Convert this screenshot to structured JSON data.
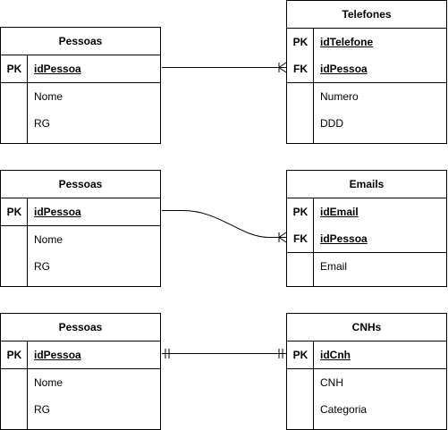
{
  "tables": {
    "pessoas1": {
      "title": "Pessoas",
      "pk_key": "PK",
      "pk_field": "idPessoa",
      "attrs": [
        "Nome",
        "RG"
      ]
    },
    "telefones": {
      "title": "Telefones",
      "pk_key": "PK",
      "pk_field": "idTelefone",
      "fk_key": "FK",
      "fk_field": "idPessoa",
      "attrs": [
        "Numero",
        "DDD"
      ]
    },
    "pessoas2": {
      "title": "Pessoas",
      "pk_key": "PK",
      "pk_field": "idPessoa",
      "attrs": [
        "Nome",
        "RG"
      ]
    },
    "emails": {
      "title": "Emails",
      "pk_key": "PK",
      "pk_field": "idEmail",
      "fk_key": "FK",
      "fk_field": "idPessoa",
      "attrs": [
        "Email"
      ]
    },
    "pessoas3": {
      "title": "Pessoas",
      "pk_key": "PK",
      "pk_field": "idPessoa",
      "attrs": [
        "Nome",
        "RG"
      ]
    },
    "cnhs": {
      "title": "CNHs",
      "pk_key": "PK",
      "pk_field": "idCnh",
      "attrs": [
        "CNH",
        "Categoria"
      ]
    }
  }
}
